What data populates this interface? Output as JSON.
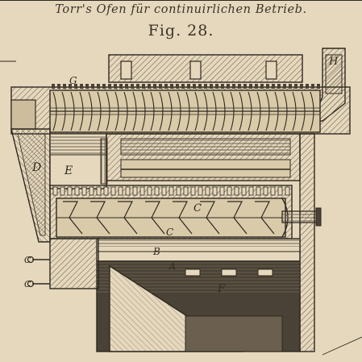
{
  "plate": {
    "caption": "Torr's Ofen für continuirlichen Betrieb.",
    "figure_label": "Fig. 28."
  },
  "labels": {
    "G": "G",
    "H": "H",
    "D": "D",
    "E": "E",
    "C_drum": "C",
    "C_lower": "C",
    "B": "B",
    "A": "A",
    "F": "F",
    "pipe_upper": "C",
    "pipe_lower": "C"
  },
  "colors": {
    "paper": "#e6d8bd",
    "ink": "#2e281f",
    "hatch": "#6b604f",
    "dark_fill": "#4a4236"
  }
}
